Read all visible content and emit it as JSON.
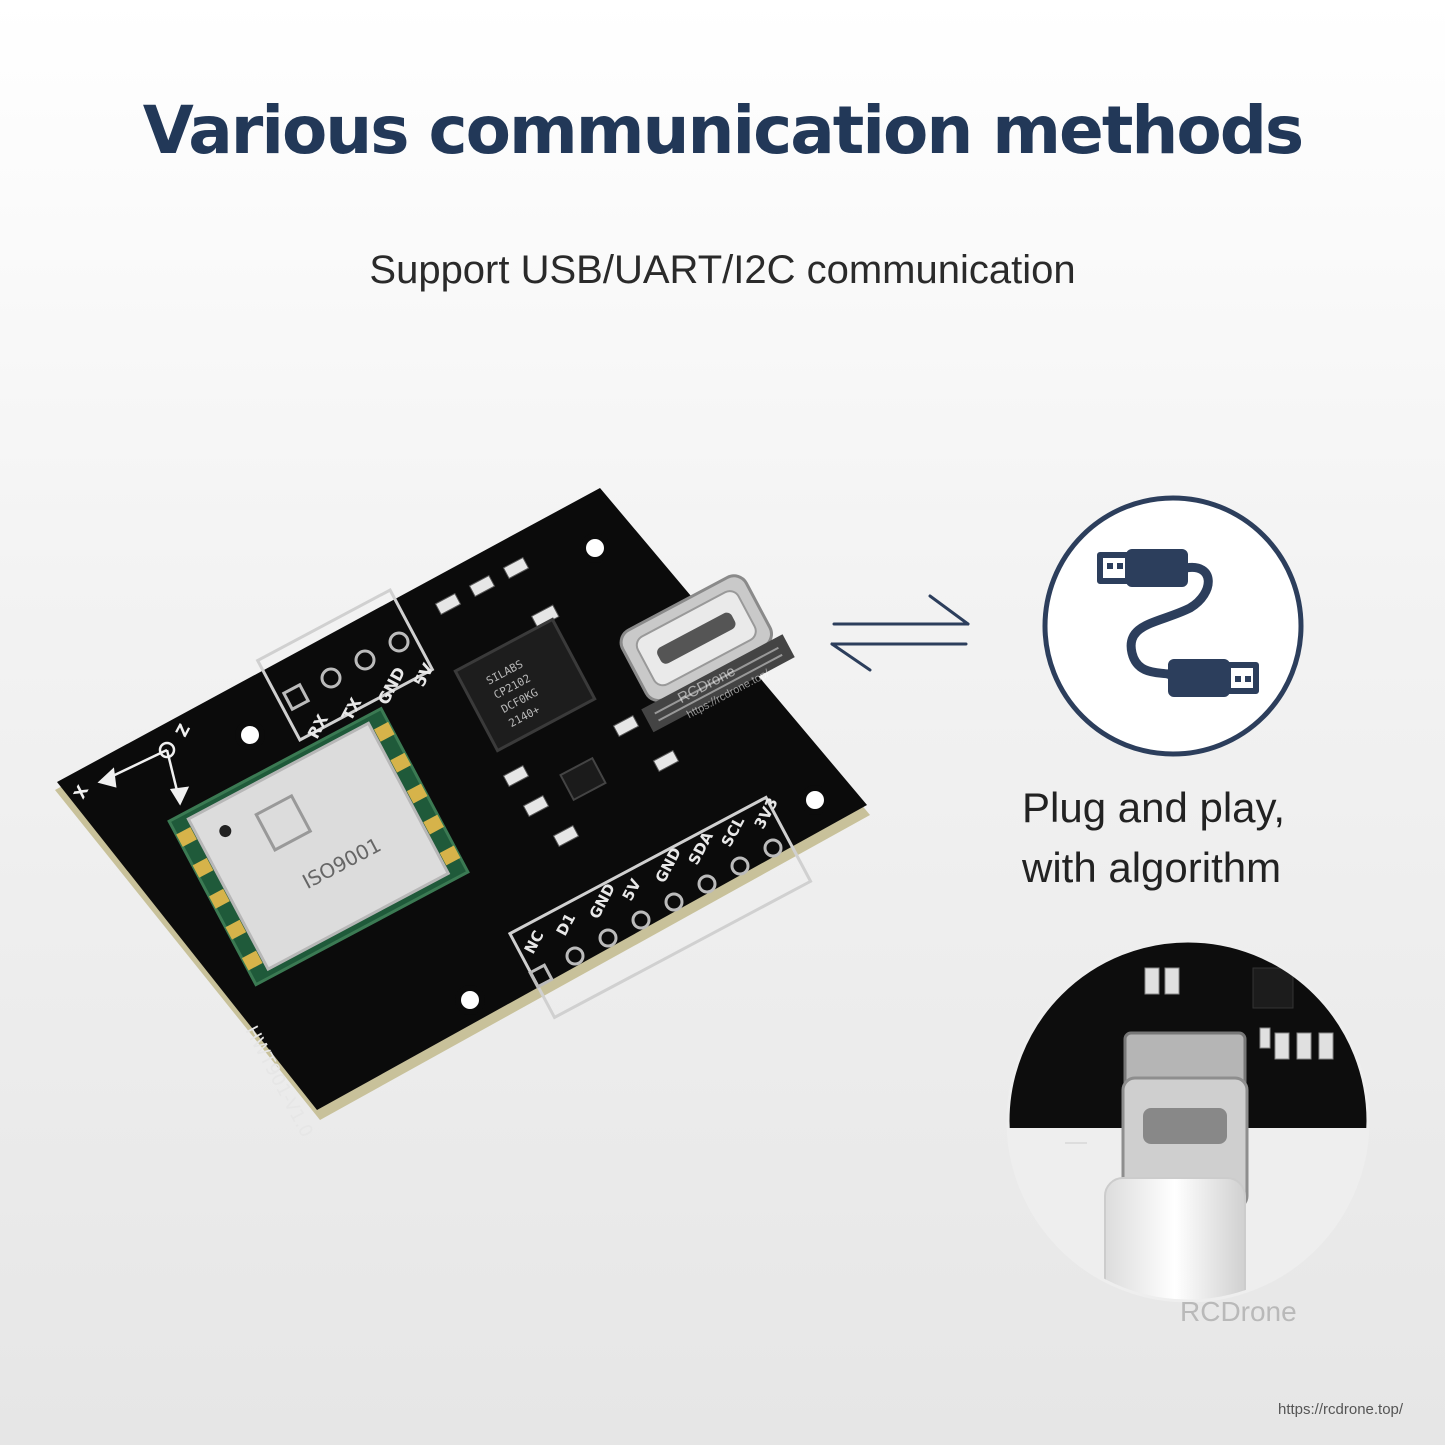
{
  "heading": {
    "title": "Various communication methods",
    "subtitle": "Support USB/UART/I2C communication"
  },
  "feature": {
    "line1": "Plug and play,",
    "line2": "with algorithm"
  },
  "board": {
    "pin_labels_top": [
      "RX",
      "TX",
      "GND",
      "5V"
    ],
    "pin_labels_bottom": [
      "NC",
      "D1",
      "GND",
      "5V",
      "GND",
      "SDA",
      "SCL",
      "3V3"
    ],
    "chip_text": [
      "SILABS",
      "CP2102",
      "DCF0KG",
      "2140+"
    ],
    "module_text": "ISO9001",
    "axis_labels": [
      "X",
      "Z"
    ],
    "silkscreen": "HWT901-V1.0"
  },
  "watermark": {
    "board": "RCDrone",
    "board_url": "https://rcdrone.top/",
    "brand": "RCDrone",
    "url": "https://rcdrone.top/"
  },
  "icons": {
    "exchange": "exchange-arrows-icon",
    "usb": "usb-cable-icon"
  },
  "colors": {
    "title": "#223858",
    "icon": "#2c3e5c",
    "pcb": "#0b0b0b"
  }
}
